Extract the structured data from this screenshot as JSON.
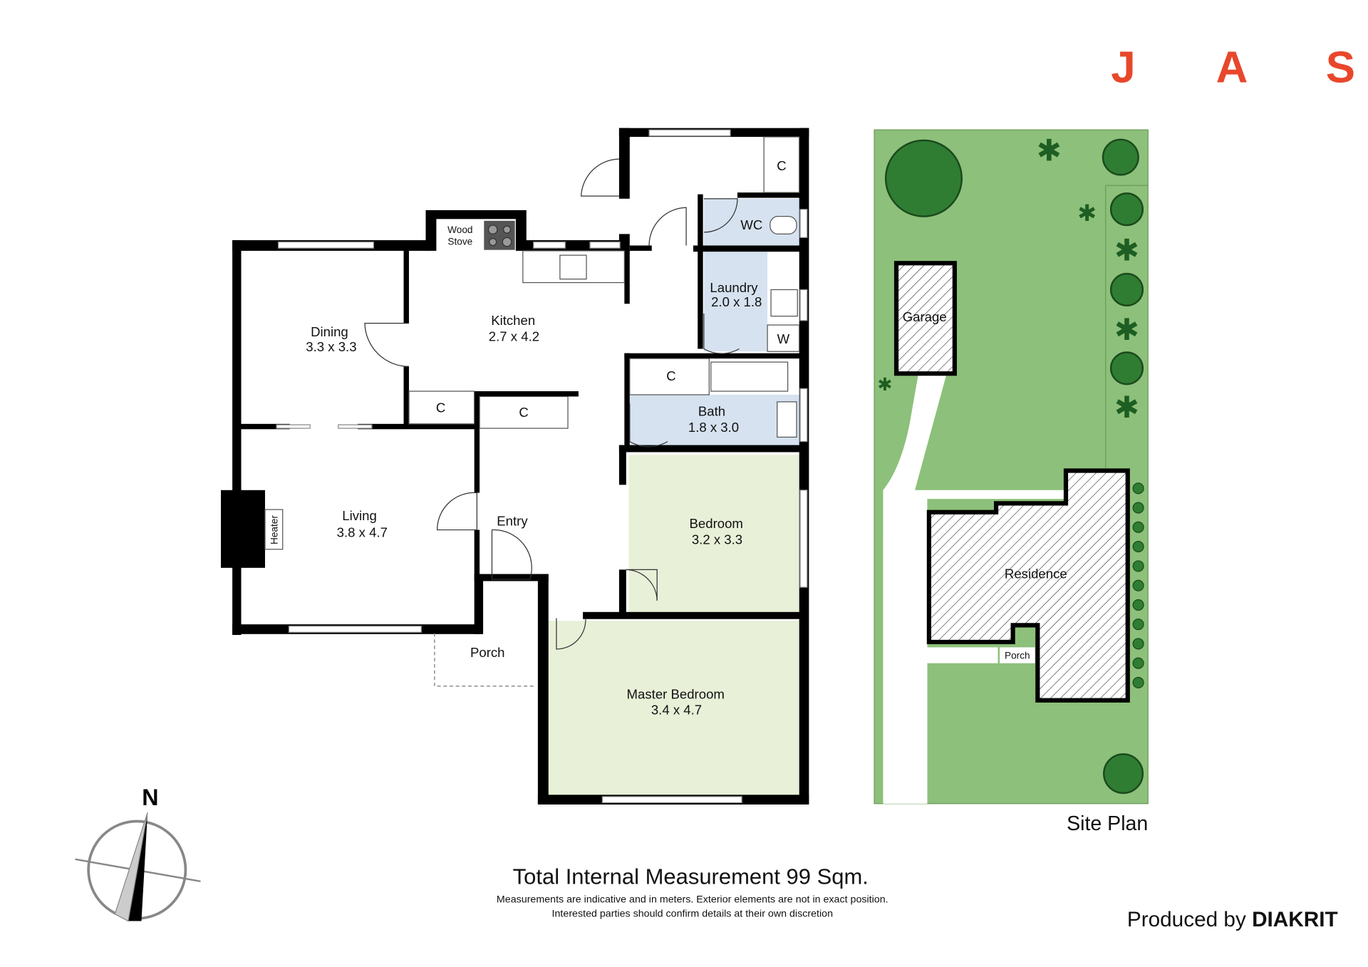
{
  "brand": {
    "letters": [
      "J",
      "A",
      "S"
    ],
    "color": "#e8472b"
  },
  "rooms": {
    "dining": {
      "name": "Dining",
      "size": "3.3 x 3.3"
    },
    "kitchen": {
      "name": "Kitchen",
      "size": "2.7 x 4.2"
    },
    "living": {
      "name": "Living",
      "size": "3.8 x 4.7"
    },
    "entry": {
      "name": "Entry"
    },
    "porch": {
      "name": "Porch"
    },
    "laundry": {
      "name": "Laundry",
      "size": "2.0 x 1.8"
    },
    "wc": {
      "name": "WC"
    },
    "w": {
      "name": "W"
    },
    "bath": {
      "name": "Bath",
      "size": "1.8 x 3.0"
    },
    "bedroom": {
      "name": "Bedroom",
      "size": "3.2 x 3.3"
    },
    "master": {
      "name": "Master Bedroom",
      "size": "3.4 x 4.7"
    },
    "closet": "C",
    "wood_stove": [
      "Wood",
      "Stove"
    ],
    "heater": "Heater"
  },
  "site_plan": {
    "title": "Site Plan",
    "garage": "Garage",
    "residence": "Residence",
    "porch": "Porch",
    "colors": {
      "lawn": "#8dc07a",
      "tree": "#2f7d32"
    }
  },
  "compass": {
    "label": "N"
  },
  "footer": {
    "total": "Total Internal Measurement 99 Sqm.",
    "note1": "Measurements are indicative and in meters. Exterior elements are not in exact position.",
    "note2": "Interested parties should confirm details at their own discretion",
    "produced_by": "Produced by",
    "producer": "DIAKRIT"
  },
  "colors": {
    "wet_area": "#d6e2f0",
    "bedroom": "#e8f0d8"
  }
}
